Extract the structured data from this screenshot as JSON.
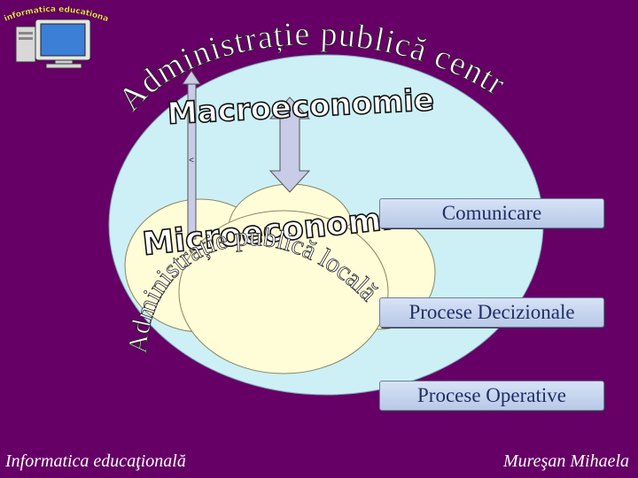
{
  "logo": {
    "arc_text": "informatica educationala",
    "icon": "computer-monitor-icon"
  },
  "central": {
    "title": "Administrație publică centrală",
    "subtitle": "Macroeconomie"
  },
  "local": {
    "title": "Microeconomie",
    "subtitle": "Administrație publică locală"
  },
  "boxes": {
    "comunicare": "Comunicare",
    "decizionale": "Procese Decizionale",
    "operative": "Procese Operative"
  },
  "footer": {
    "left": "Informatica educaţională",
    "right": "Mureşan Mihaela"
  },
  "colors": {
    "background": "#660066",
    "outer_circle": "#ccf0f5",
    "inner_circles": "#fffcd8",
    "box_fill": "#c6d4ee",
    "box_text": "#1f2f66",
    "arrow": "#c8cce6"
  }
}
